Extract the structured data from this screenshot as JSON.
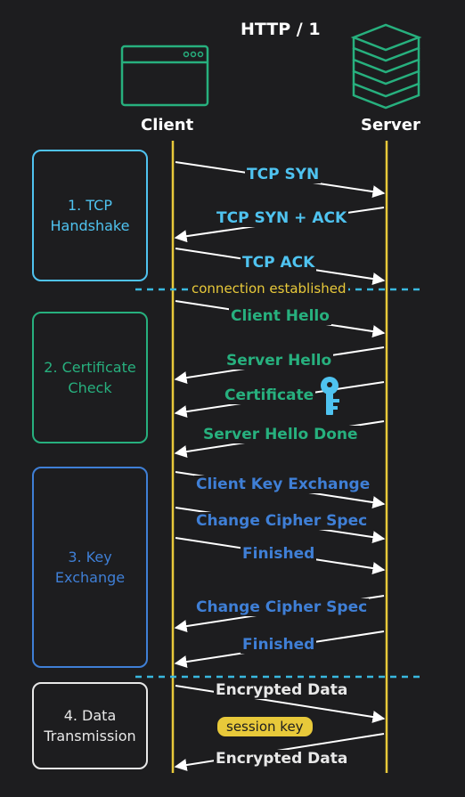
{
  "title": "HTTP / 1",
  "actors": {
    "client": "Client",
    "server": "Server"
  },
  "colors": {
    "background": "#1d1d1f",
    "lifeline": "#e8c93a",
    "tcp": "#4fc3f0",
    "tls": "#27b07e",
    "key": "#3f7fd6",
    "data": "#e8e8e8",
    "divider": "#39b8df",
    "session_key_badge": "#e8c93a"
  },
  "phases": [
    {
      "id": "tcp",
      "line1": "1. TCP",
      "line2": "Handshake"
    },
    {
      "id": "cert",
      "line1": "2. Certificate",
      "line2": "Check"
    },
    {
      "id": "key",
      "line1": "3. Key",
      "line2": "Exchange"
    },
    {
      "id": "data",
      "line1": "4. Data",
      "line2": "Transmission"
    }
  ],
  "messages": [
    {
      "label": "TCP SYN",
      "direction": "client-to-server",
      "phase": "tcp"
    },
    {
      "label": "TCP SYN + ACK",
      "direction": "server-to-client",
      "phase": "tcp"
    },
    {
      "label": "TCP ACK",
      "direction": "client-to-server",
      "phase": "tcp"
    },
    {
      "label": "Client Hello",
      "direction": "client-to-server",
      "phase": "cert"
    },
    {
      "label": "Server Hello",
      "direction": "server-to-client",
      "phase": "cert"
    },
    {
      "label": "Certificate",
      "direction": "server-to-client",
      "phase": "cert"
    },
    {
      "label": "Server Hello Done",
      "direction": "server-to-client",
      "phase": "cert"
    },
    {
      "label": "Client Key Exchange",
      "direction": "client-to-server",
      "phase": "key"
    },
    {
      "label": "Change Cipher Spec",
      "direction": "client-to-server",
      "phase": "key"
    },
    {
      "label": "Finished",
      "direction": "client-to-server",
      "phase": "key"
    },
    {
      "label": "Change Cipher Spec",
      "direction": "server-to-client",
      "phase": "key"
    },
    {
      "label": "Finished",
      "direction": "server-to-client",
      "phase": "key"
    },
    {
      "label": "Encrypted Data",
      "direction": "client-to-server",
      "phase": "data"
    },
    {
      "label": "Encrypted Data",
      "direction": "server-to-client",
      "phase": "data"
    }
  ],
  "notes": {
    "connection": "connection established",
    "session_key": "session key"
  },
  "icons": {
    "client": "browser-window-icon",
    "server": "server-stack-icon",
    "certificate": "key-icon"
  }
}
